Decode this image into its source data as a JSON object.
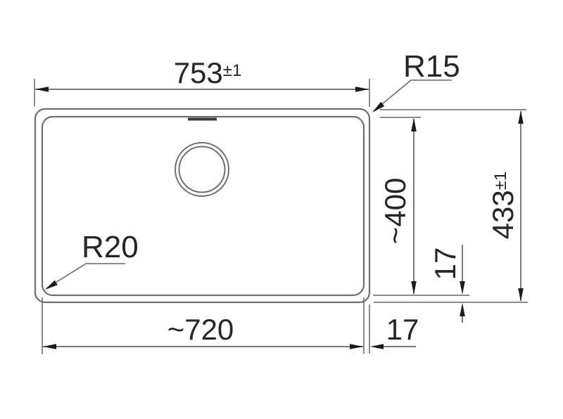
{
  "drawing": {
    "labels": {
      "outer_width": {
        "value": "753",
        "tolerance": "±1"
      },
      "outer_height": {
        "value": "433",
        "tolerance": "±1"
      },
      "inner_width": "~720",
      "inner_depth": "~400",
      "rim_gap_bottom": "17",
      "rim_gap_right": "17",
      "corner_radius_outer": "R15",
      "corner_radius_inner": "R20"
    }
  },
  "colors": {
    "background": "#ffffff",
    "outline": "#6f6f6f",
    "dimension_line": "#666666",
    "arrow": "#1b1b1b",
    "text": "#262626",
    "overflow_mark": "#3a3a3a"
  }
}
